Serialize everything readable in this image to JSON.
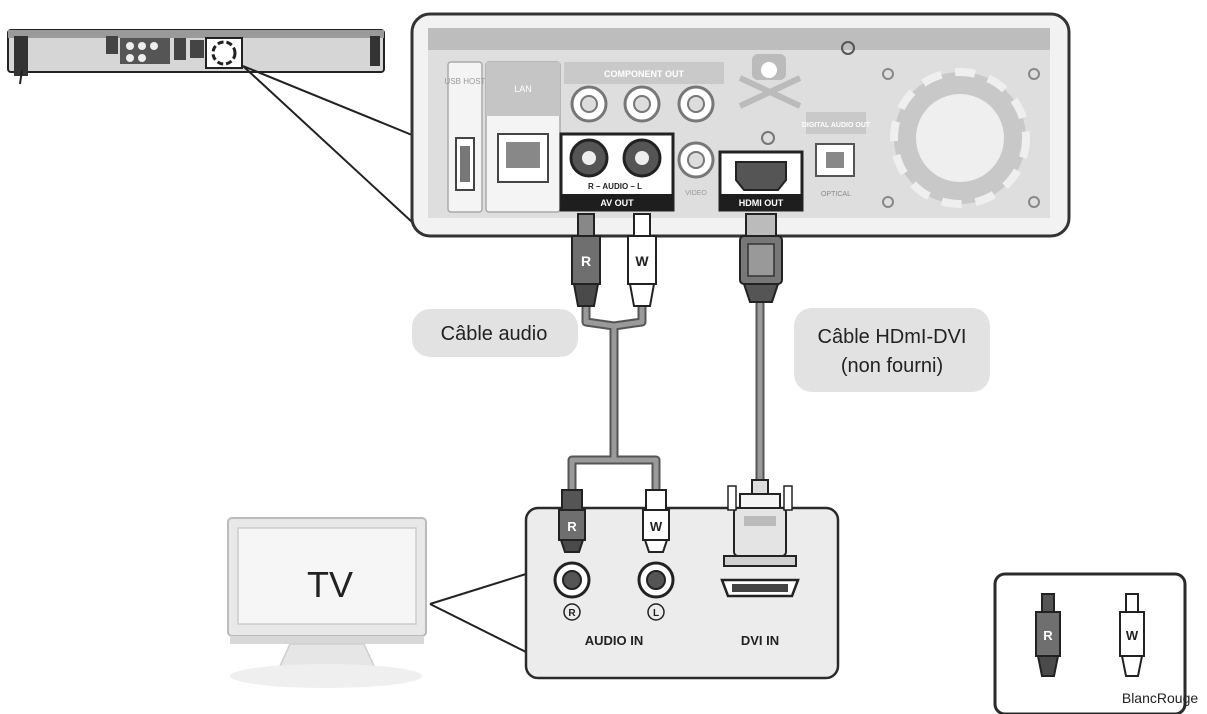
{
  "player_panel": {
    "ports": {
      "usb_host": "USB HOST",
      "lan": "LAN",
      "component_out": "COMPONENT OUT",
      "digital_audio_out": "DIGITAL AUDIO OUT",
      "optical": "OPTICAL",
      "av_out": "AV OUT",
      "audio_marker": "R – AUDIO – L",
      "video": "VIDEO",
      "hdmi_out": "HDMI OUT"
    }
  },
  "cables": {
    "audio_label": "Câble audio",
    "hdmi_dvi_line1": "Câble HDmI-DVI",
    "hdmi_dvi_line2": "(non fourni)"
  },
  "connector_letters": {
    "red": "R",
    "white": "W"
  },
  "tv": {
    "label": "TV",
    "input_panel": {
      "audio_in": "AUDIO IN",
      "dvi_in": "DVI IN",
      "jack_right": "R",
      "jack_left": "L"
    }
  },
  "legend": {
    "caption": "BlancRouge"
  },
  "colors": {
    "red_plug": "#6f6f6f",
    "white_plug": "#ffffff",
    "cable": "#8c8c8c",
    "label_bubble": "#e2e2e2",
    "panel_fill": "#ececec",
    "outline": "#2a2a2a"
  }
}
